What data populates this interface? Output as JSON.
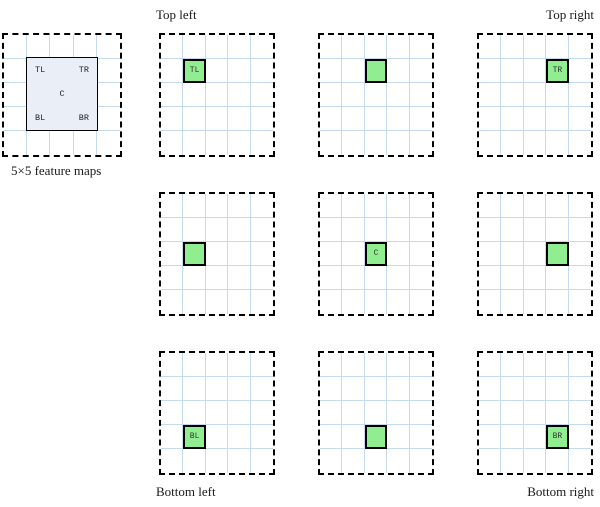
{
  "figure": {
    "source": {
      "caption": "5×5  feature  maps",
      "grid_size": 5,
      "inner_box": {
        "rows": 3,
        "cols": 3,
        "fill_color": "#e9eef7",
        "border_color": "#000000",
        "corner_labels": {
          "top_left": "TL",
          "top_right": "TR",
          "center": "C",
          "bottom_left": "BL",
          "bottom_right": "BR"
        }
      }
    },
    "corner_captions": {
      "top_left": "Top left",
      "top_right": "Top right",
      "bottom_left": "Bottom left",
      "bottom_right": "Bottom right"
    },
    "colors": {
      "highlight": "#90ee90",
      "grid_line": "#c5d9ef",
      "dashed_border": "#000000",
      "inner_box_fill": "#e9eef7"
    },
    "panels": [
      {
        "id": "top-left",
        "row": 1,
        "col": 1,
        "grid_size": 5,
        "highlight_row": 2,
        "highlight_col": 2,
        "label": "TL"
      },
      {
        "id": "top-center",
        "row": 1,
        "col": 2,
        "grid_size": 5,
        "highlight_row": 2,
        "highlight_col": 3,
        "label": ""
      },
      {
        "id": "top-right",
        "row": 1,
        "col": 3,
        "grid_size": 5,
        "highlight_row": 2,
        "highlight_col": 4,
        "label": "TR"
      },
      {
        "id": "middle-left",
        "row": 2,
        "col": 1,
        "grid_size": 5,
        "highlight_row": 3,
        "highlight_col": 2,
        "label": ""
      },
      {
        "id": "middle-center",
        "row": 2,
        "col": 2,
        "grid_size": 5,
        "highlight_row": 3,
        "highlight_col": 3,
        "label": "C"
      },
      {
        "id": "middle-right",
        "row": 2,
        "col": 3,
        "grid_size": 5,
        "highlight_row": 3,
        "highlight_col": 4,
        "label": ""
      },
      {
        "id": "bottom-left",
        "row": 3,
        "col": 1,
        "grid_size": 5,
        "highlight_row": 4,
        "highlight_col": 2,
        "label": "BL"
      },
      {
        "id": "bottom-center",
        "row": 3,
        "col": 2,
        "grid_size": 5,
        "highlight_row": 4,
        "highlight_col": 3,
        "label": ""
      },
      {
        "id": "bottom-right",
        "row": 3,
        "col": 3,
        "grid_size": 5,
        "highlight_row": 4,
        "highlight_col": 4,
        "label": "BR"
      }
    ]
  }
}
